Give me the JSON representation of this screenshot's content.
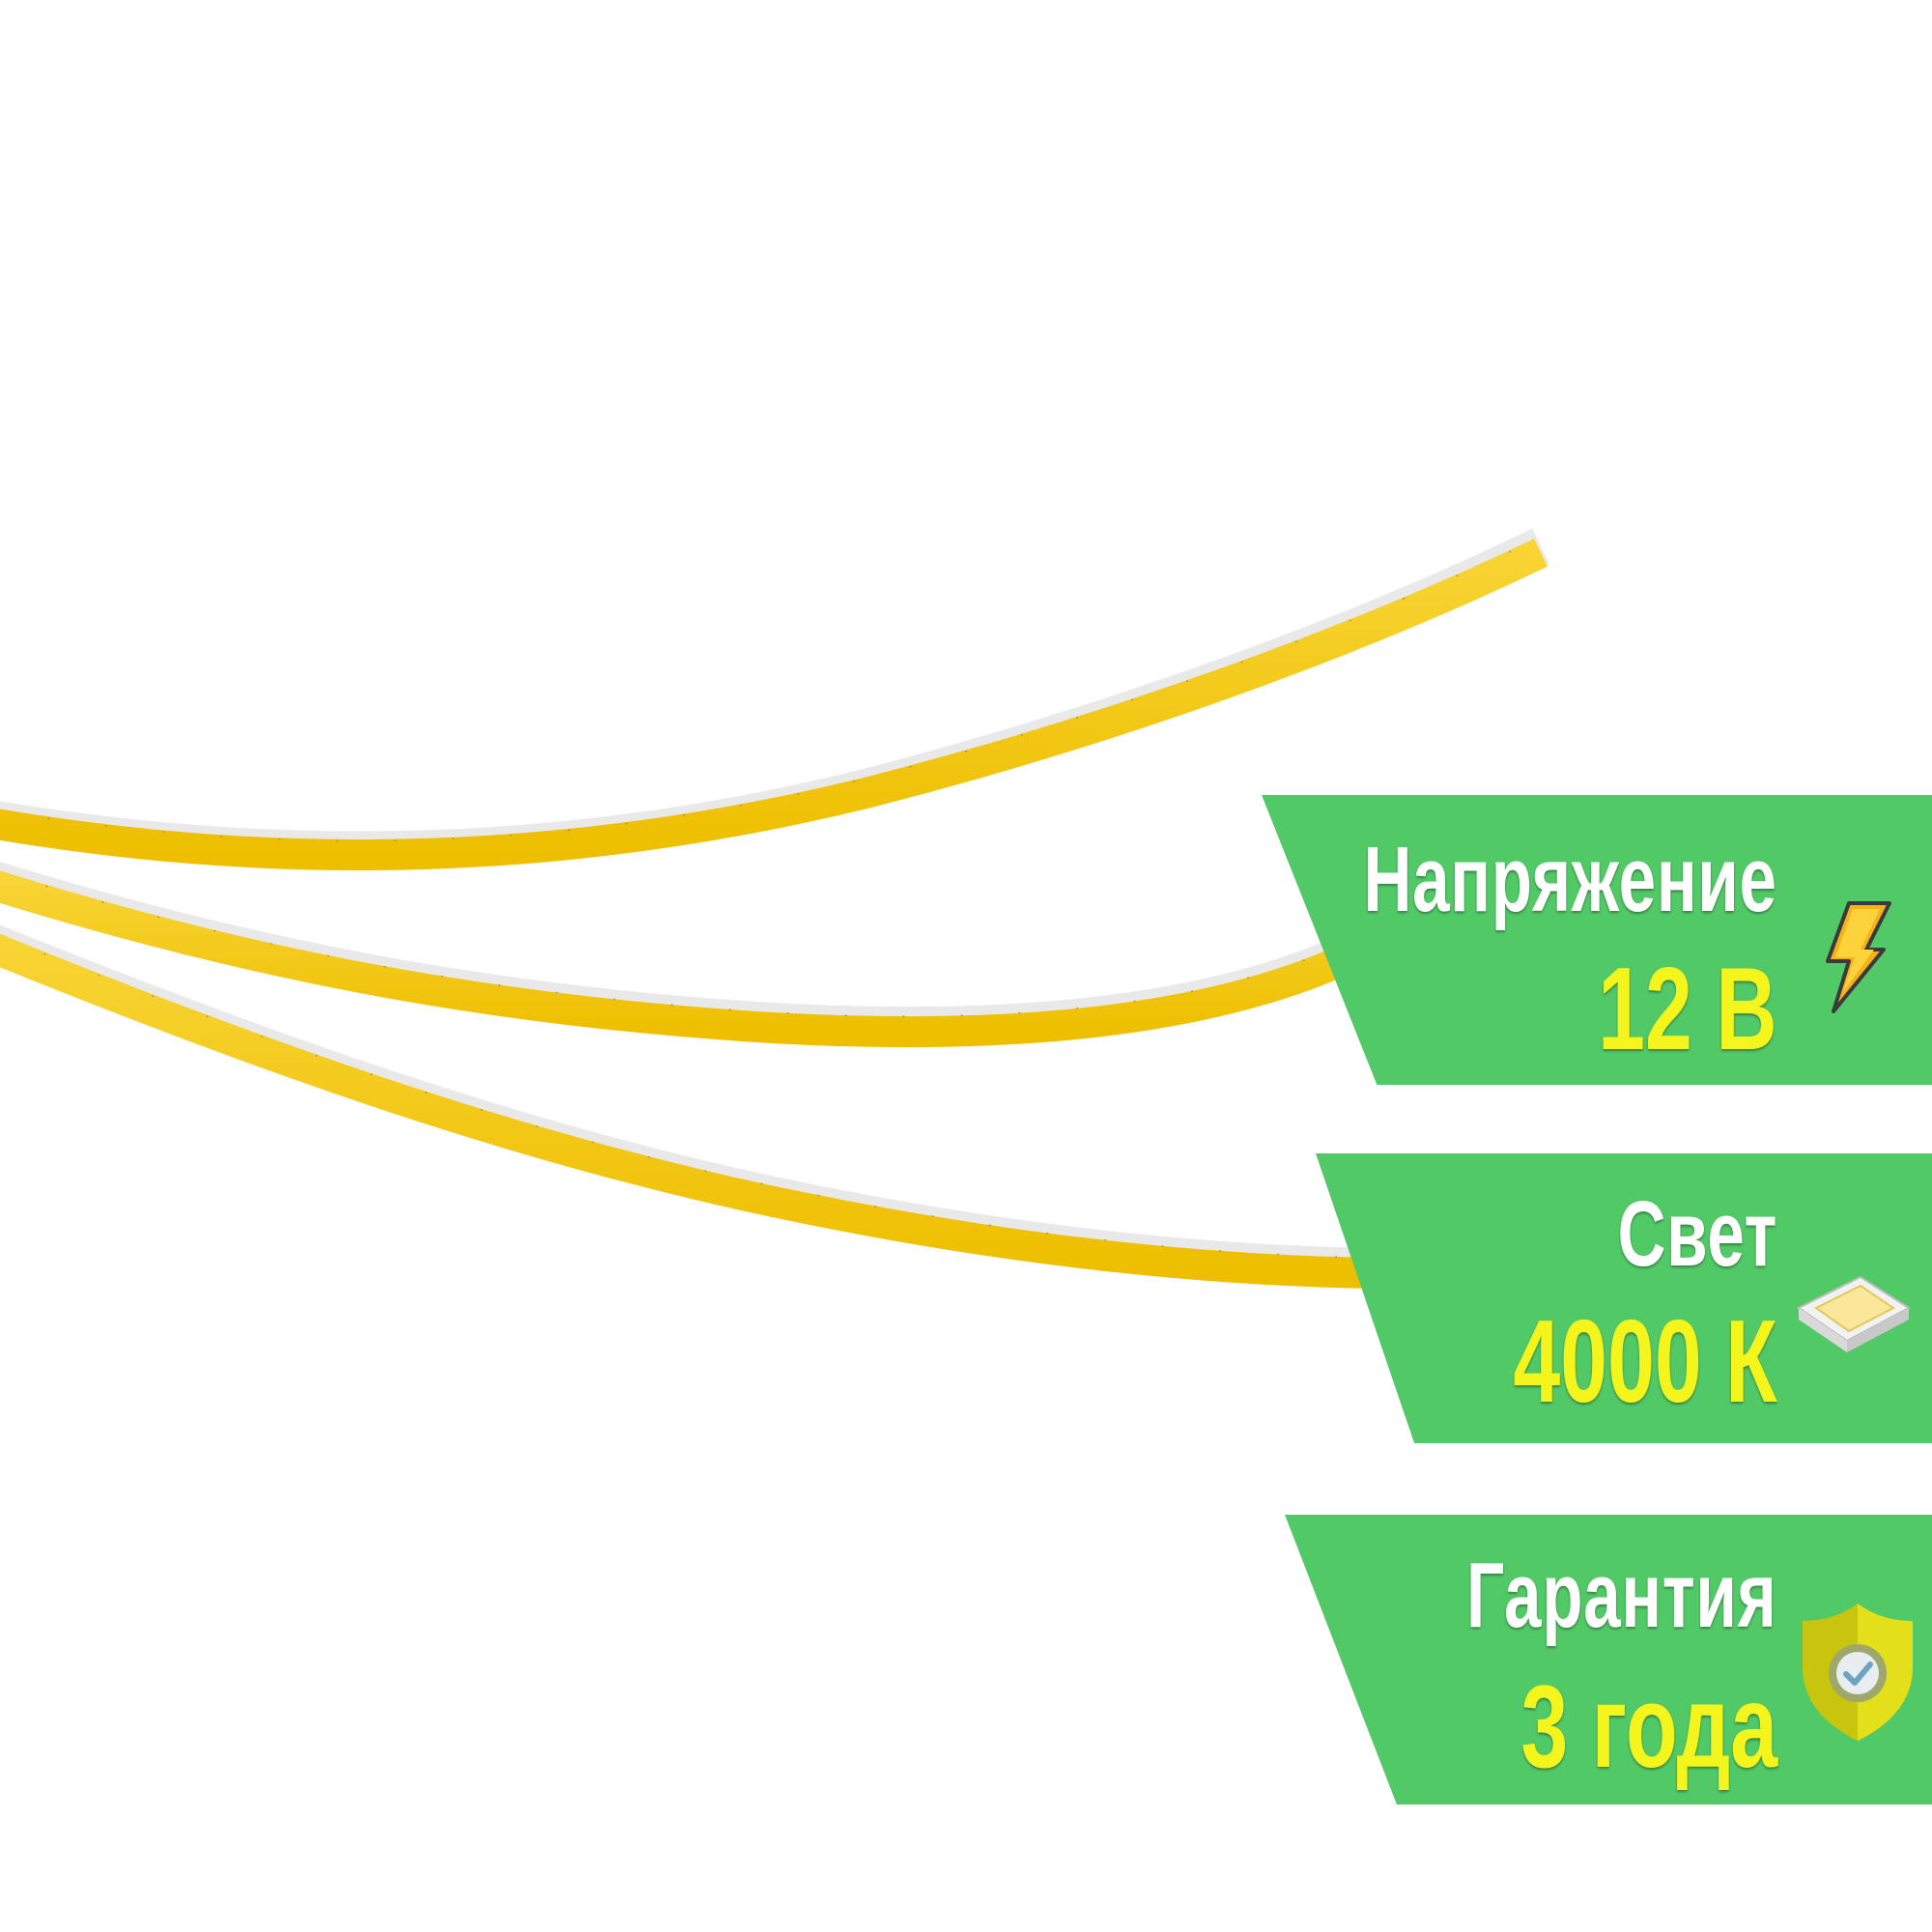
{
  "colors": {
    "badge_green": "#52c967",
    "label_white": "#ffffff",
    "value_yellow": "#f5f51e",
    "strip_yellow": "#f4c70d"
  },
  "badges": [
    {
      "label": "Напряжение",
      "value": "12 В",
      "icon": "lightning-icon"
    },
    {
      "label": "Свет",
      "value": "4000 К",
      "icon": "led-chip-icon"
    },
    {
      "label": "Гарантия",
      "value": "3 года",
      "icon": "shield-check-icon"
    }
  ]
}
